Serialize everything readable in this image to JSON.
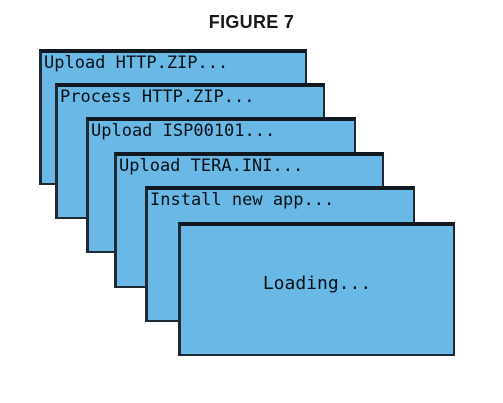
{
  "figure": {
    "title": "FIGURE 7"
  },
  "screens": [
    {
      "text": "Upload HTTP.ZIP..."
    },
    {
      "text": "Process HTTP.ZIP..."
    },
    {
      "text": "Upload ISP00101..."
    },
    {
      "text": "Upload TERA.INI..."
    },
    {
      "text": "Install new app..."
    },
    {
      "text": "Loading..."
    }
  ],
  "colors": {
    "lcd_background": "#6ab8e6",
    "lcd_border": "#1e2a33",
    "lcd_text": "#0a1014"
  }
}
